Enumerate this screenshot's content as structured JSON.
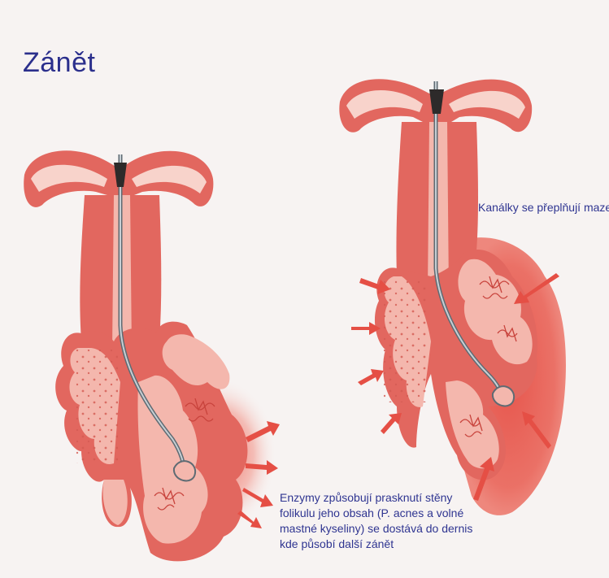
{
  "title": "Zánět",
  "labels": {
    "ducts_overflow": "Kanálky se přeplňují mazem",
    "enzymes_caption": [
      "Enzymy způsobují prasknutí stěny",
      "folikulu jeho obsah (P. acnes a volné",
      "mastné kyseliny) se dostává do dernis",
      "kde působí další zánět"
    ]
  },
  "colors": {
    "background": "#f7f3f2",
    "tissue_dark": "#e2675f",
    "tissue_light": "#f4b7ad",
    "tissue_pale": "#f8d3cb",
    "inflammation": "#ee5f54",
    "hair": "#5f6b73",
    "text": "#2f3591"
  },
  "icons": [
    "arrow-icon",
    "hair-follicle",
    "sebaceous-gland"
  ]
}
